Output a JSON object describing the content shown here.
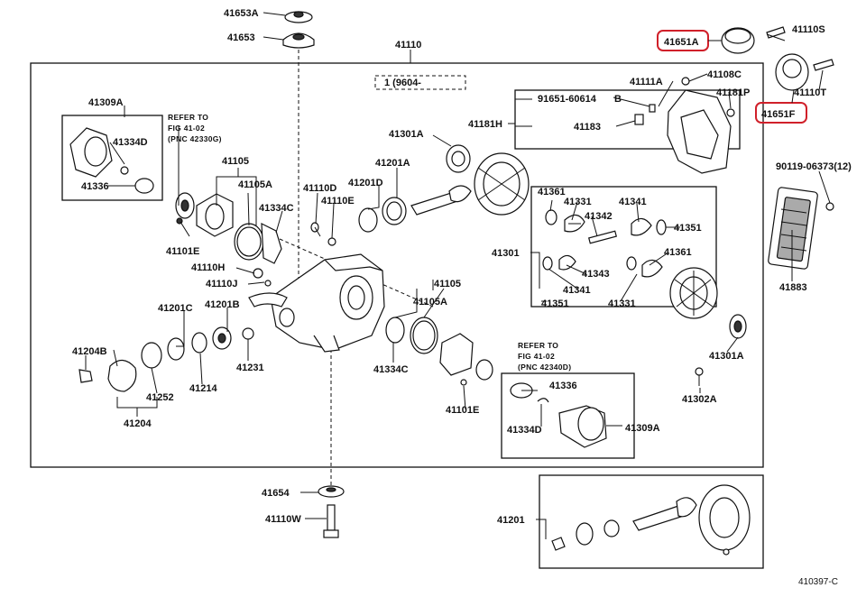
{
  "diagram_labels": {
    "p41653A": "41653A",
    "p41653": "41653",
    "p41110": "41110",
    "p9604": "1 (9604-",
    "p41651A": "41651A",
    "p41110S": "41110S",
    "p41110T": "41110T",
    "p41651F": "41651F",
    "p41108C": "41108C",
    "p41111A": "41111A",
    "p41181P": "41181P",
    "p91651": "91651-60614",
    "pB": "B",
    "p41181H": "41181H",
    "p41183": "41183",
    "p90119": "90119-06373(12)",
    "p41883": "41883",
    "p41309A_l": "41309A",
    "p41334D_l": "41334D",
    "p41336_l": "41336",
    "refer_l_1": "REFER TO",
    "refer_l_2": "FIG 41-02",
    "refer_l_3": "(PNC 42330G)",
    "p41105_t": "41105",
    "p41105A_t": "41105A",
    "p41334C_t": "41334C",
    "p41110D": "41110D",
    "p41110E": "41110E",
    "p41201D": "41201D",
    "p41201A": "41201A",
    "p41301A_t": "41301A",
    "p41101E_l": "41101E",
    "p41110H": "41110H",
    "p41110J": "41110J",
    "p41361_a": "41361",
    "p41331_a": "41331",
    "p41341_a": "41341",
    "p41342": "41342",
    "p41351_a": "41351",
    "p41361_b": "41361",
    "p41301": "41301",
    "p41343": "41343",
    "p41341_b": "41341",
    "p41351_b": "41351",
    "p41331_b": "41331",
    "p41201C": "41201C",
    "p41201B": "41201B",
    "p41204B": "41204B",
    "p41252": "41252",
    "p41214": "41214",
    "p41231": "41231",
    "p41204": "41204",
    "p41105_m": "41105",
    "p41105A_m": "41105A",
    "p41334C_m": "41334C",
    "refer_r_1": "REFER TO",
    "refer_r_2": "FIG 41-02",
    "refer_r_3": "(PNC 42340D)",
    "p41336_r": "41336",
    "p41334D_r": "41334D",
    "p41309A_r": "41309A",
    "p41101E_r": "41101E",
    "p41301A_r": "41301A",
    "p41302A": "41302A",
    "p41654": "41654",
    "p41110W": "41110W",
    "p41201": "41201",
    "fig_code": "410397-C"
  },
  "colors": {
    "ink": "#111111",
    "highlight": "#d0202a",
    "background": "#ffffff"
  }
}
